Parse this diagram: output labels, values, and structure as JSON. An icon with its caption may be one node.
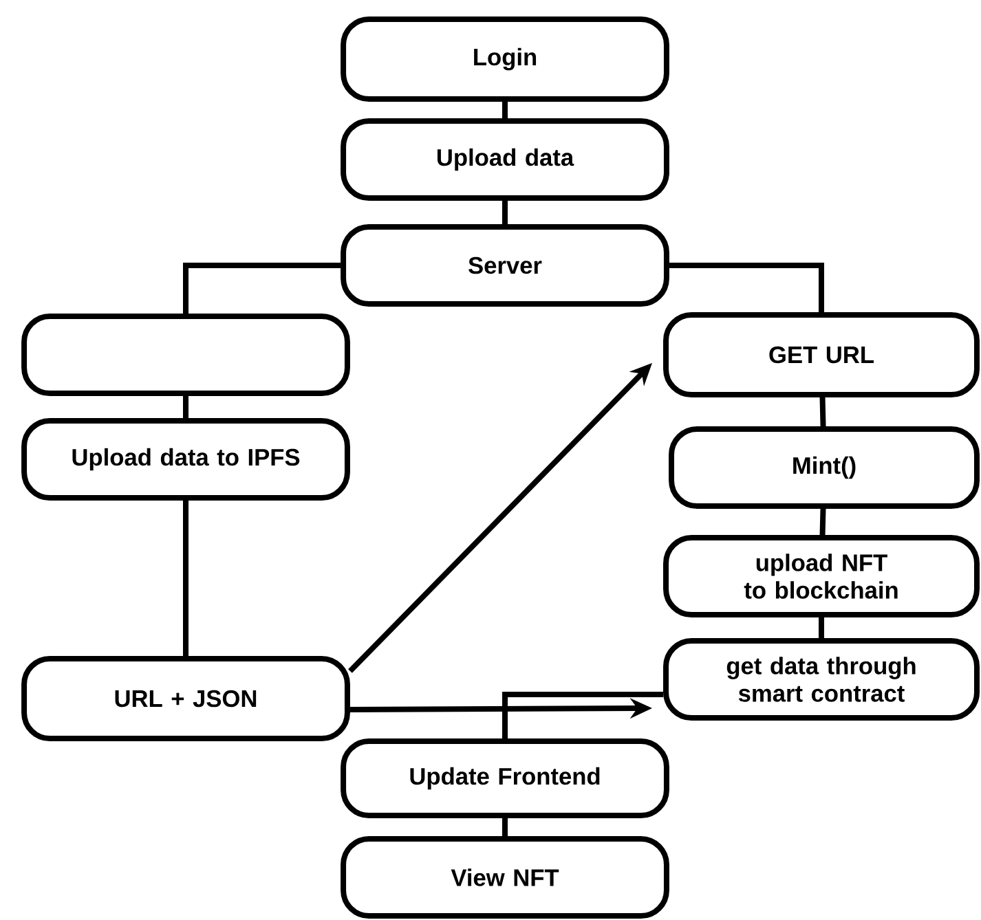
{
  "diagram": {
    "nodes": [
      {
        "text": [
          "Login"
        ]
      },
      {
        "text": [
          "Upload data"
        ]
      },
      {
        "text": [
          "Server"
        ]
      },
      {
        "text": [],
        "shape": "box"
      },
      {
        "text": [
          "Upload data to IPFS"
        ]
      },
      {
        "text": [
          "URL + JSON"
        ]
      },
      {
        "text": [
          "GET URL"
        ]
      },
      {
        "text": [
          "Mint()"
        ]
      },
      {
        "text": [
          "upload NFT to blockchain"
        ]
      },
      {
        "text": [
          "get data through smart contract"
        ]
      },
      {
        "text": [
          "Update Frontend"
        ]
      },
      {
        "text": [
          "View NFT"
        ]
      }
    ],
    "edges": [
      {
        "from": 0,
        "to": 1,
        "arrow": "none"
      },
      {
        "from": 1,
        "to": 2,
        "arrow": "none"
      },
      {
        "from": 2,
        "to": 3,
        "arrow": "none"
      },
      {
        "from": 2,
        "to": 6,
        "arrow": "none"
      },
      {
        "from": 3,
        "to": 4,
        "arrow": "none"
      },
      {
        "from": 4,
        "to": 5,
        "arrow": "none"
      },
      {
        "from": 6,
        "to": 7,
        "arrow": "none"
      },
      {
        "from": 7,
        "to": 8,
        "arrow": "none"
      },
      {
        "from": 8,
        "to": 9,
        "arrow": "none"
      },
      {
        "from": 5,
        "to": 6,
        "arrow": "to"
      },
      {
        "from": 5,
        "to": 9,
        "arrow": "to"
      },
      {
        "from": 9,
        "to": 10,
        "arrow": "none"
      },
      {
        "from": 10,
        "to": 11,
        "arrow": "none"
      }
    ]
  }
}
